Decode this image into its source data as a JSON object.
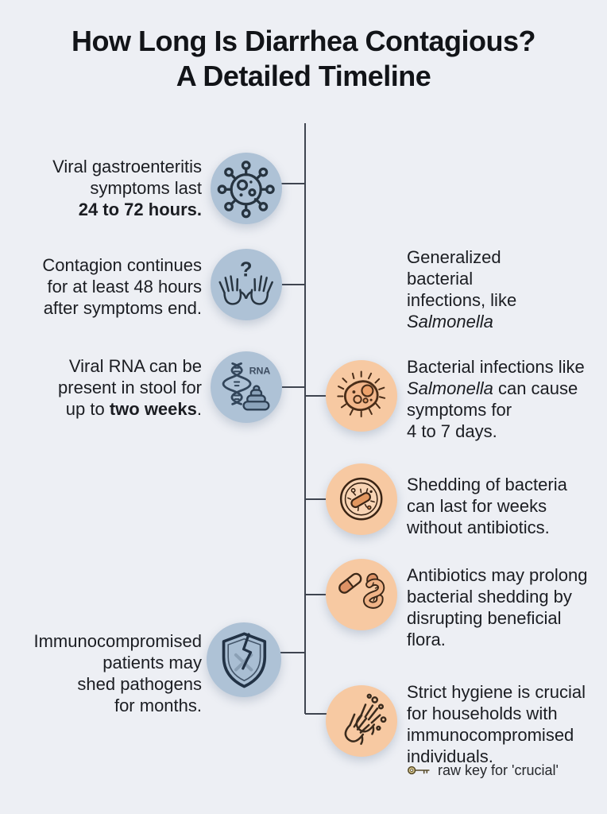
{
  "title": {
    "line1": "How Long Is Diarrhea Contagious?",
    "line2": "A Detailed Timeline"
  },
  "colors": {
    "background": "#edeff4",
    "blue_circle": "#aec2d6",
    "orange_circle": "#f7c9a2",
    "timeline_line": "#3f4550",
    "text": "#1b1d22"
  },
  "left_items": [
    {
      "id": "viral-symptoms",
      "icon": "virus-icon",
      "lines": [
        [
          {
            "t": "Viral gastroenteritis"
          }
        ],
        [
          {
            "t": "symptoms last"
          }
        ],
        [
          {
            "t": "24 to 72 hours.",
            "b": true
          }
        ]
      ]
    },
    {
      "id": "contagion-after-symptoms",
      "icon": "hands-question-icon",
      "lines": [
        [
          {
            "t": "Contagion continues"
          }
        ],
        [
          {
            "t": "for at least 48 hours"
          }
        ],
        [
          {
            "t": "after symptoms end."
          }
        ]
      ]
    },
    {
      "id": "viral-rna-stool",
      "icon": "rna-stool-icon",
      "lines": [
        [
          {
            "t": "Viral RNA can be"
          }
        ],
        [
          {
            "t": "present in stool for"
          }
        ],
        [
          {
            "t": "up to "
          },
          {
            "t": "two weeks",
            "b": true
          },
          {
            "t": "."
          }
        ]
      ]
    },
    {
      "id": "immunocompromised-months",
      "icon": "broken-shield-icon",
      "lines": [
        [
          {
            "t": "Immunocompromised"
          }
        ],
        [
          {
            "t": "patients may"
          }
        ],
        [
          {
            "t": "shed pathogens"
          }
        ],
        [
          {
            "t": "for months."
          }
        ]
      ]
    }
  ],
  "right_items": [
    {
      "id": "generalized-bacterial",
      "icon": null,
      "lines": [
        [
          {
            "t": "Generalized"
          }
        ],
        [
          {
            "t": "bacterial"
          }
        ],
        [
          {
            "t": "infections, like"
          }
        ],
        [
          {
            "t": "Salmonella",
            "i": true
          }
        ]
      ]
    },
    {
      "id": "salmonella-duration",
      "icon": "salmonella-bacteria-icon",
      "lines": [
        [
          {
            "t": "Bacterial infections like"
          }
        ],
        [
          {
            "t": "Salmonella",
            "i": true
          },
          {
            "t": " can cause"
          }
        ],
        [
          {
            "t": "symptoms for"
          }
        ],
        [
          {
            "t": "4 to 7 days."
          }
        ]
      ]
    },
    {
      "id": "shedding-weeks",
      "icon": "petri-dish-icon",
      "lines": [
        [
          {
            "t": "Shedding of bacteria"
          }
        ],
        [
          {
            "t": "can last for weeks"
          }
        ],
        [
          {
            "t": "without antibiotics."
          }
        ]
      ]
    },
    {
      "id": "antibiotics-prolong",
      "icon": "antibiotics-gut-icon",
      "lines": [
        [
          {
            "t": "Antibiotics may prolong"
          }
        ],
        [
          {
            "t": "bacterial shedding by"
          }
        ],
        [
          {
            "t": "disrupting beneficial"
          }
        ],
        [
          {
            "t": "flora."
          }
        ]
      ]
    },
    {
      "id": "strict-hygiene",
      "icon": "handwashing-icon",
      "lines": [
        [
          {
            "t": "Strict hygiene is crucial"
          }
        ],
        [
          {
            "t": "for households with"
          }
        ],
        [
          {
            "t": "immunocompromised"
          }
        ],
        [
          {
            "t": "individuals."
          }
        ]
      ]
    }
  ],
  "footnote": {
    "icon": "key-icon",
    "text": "raw key for 'crucial'"
  }
}
